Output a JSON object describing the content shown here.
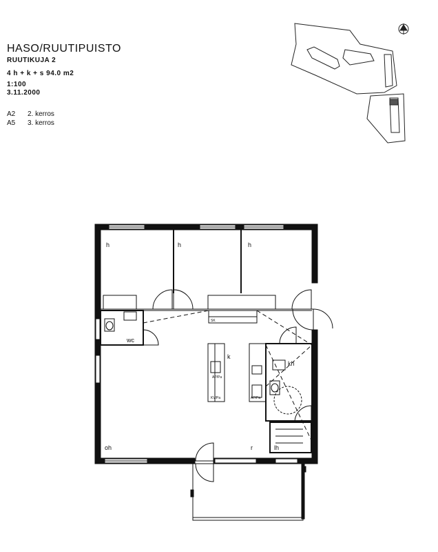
{
  "header": {
    "title": "HASO/RUUTIPUISTO",
    "address": "RUUTIKUJA 2",
    "apartment_type": "4 h + k + s 94.0 m2",
    "scale": "1:100",
    "date": "3.11.2000"
  },
  "floors": [
    {
      "code": "A2",
      "floor": "2. kerros"
    },
    {
      "code": "A5",
      "floor": "3. kerros"
    }
  ],
  "rooms": {
    "h1": "h",
    "h2": "h",
    "h3": "h",
    "wc": "wc",
    "k": "k",
    "kh": "kh",
    "oh": "oh",
    "r": "r",
    "lh": "lh"
  },
  "fixtures": {
    "sk": "SK",
    "ap": "AP/Pa",
    "kv": "KV/Pa",
    "ap2": "AP/Pa"
  }
}
